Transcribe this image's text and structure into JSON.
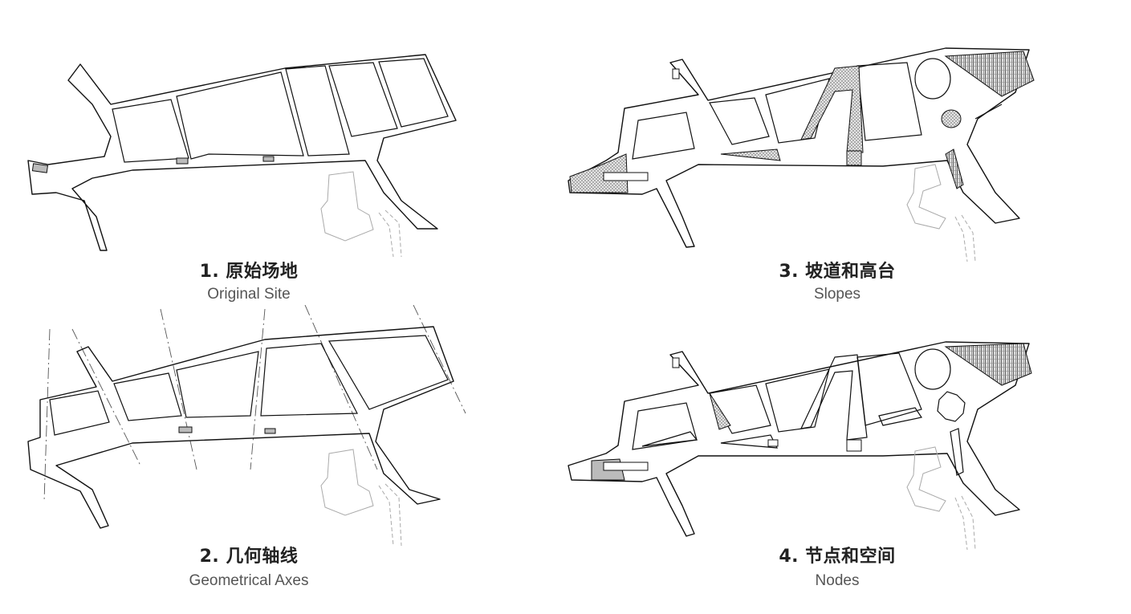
{
  "panels": [
    {
      "title": "1. 原始场地",
      "subtitle": "Original Site"
    },
    {
      "title": "2. 几何轴线",
      "subtitle": "Geometrical Axes"
    },
    {
      "title": "3. 坡道和高台",
      "subtitle": "Slopes"
    },
    {
      "title": "4. 节点和空间",
      "subtitle": "Nodes"
    }
  ]
}
